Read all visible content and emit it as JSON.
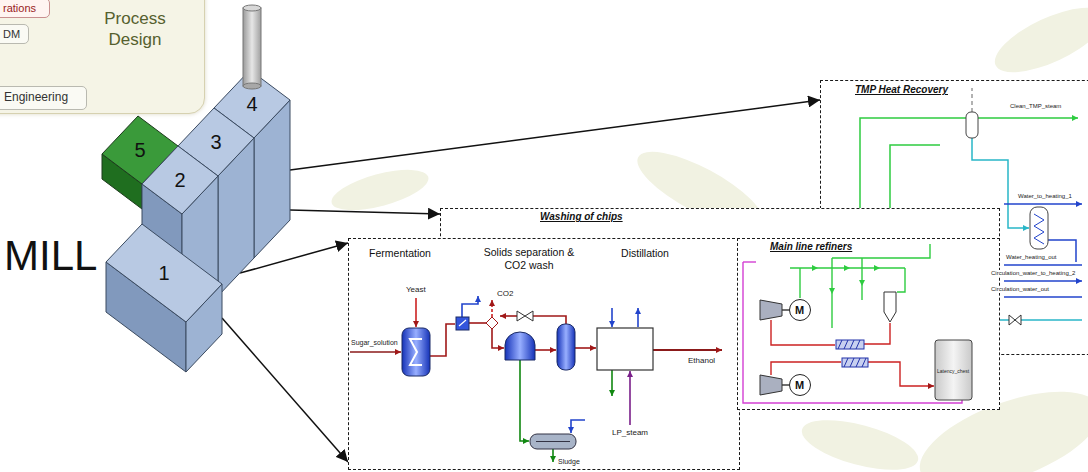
{
  "diagram": {
    "nodes": [
      {
        "text": [
          "Process Design"
        ]
      },
      {
        "text": [
          "rations"
        ],
        "in": 0
      },
      {
        "text": [
          "DM"
        ],
        "in": 0
      },
      {
        "text": [
          "Engineering"
        ],
        "in": 0
      },
      {
        "text": [
          "4"
        ]
      },
      {
        "text": [
          "3"
        ]
      },
      {
        "text": [
          "5"
        ]
      },
      {
        "text": [
          "2"
        ]
      },
      {
        "text": [
          "1"
        ]
      },
      {
        "text": [
          "TMP Heat Recovery"
        ]
      },
      {
        "text": [
          "Washing of chips"
        ]
      },
      {
        "text": [
          "Fermentation",
          "Solids separation & CO2 wash",
          "Distillation"
        ]
      },
      {
        "text": [
          "Main line refiners"
        ]
      },
      {
        "text": [
          "M"
        ],
        "in": 12
      },
      {
        "text": [
          "M"
        ],
        "in": 12
      }
    ],
    "edges": [
      {
        "from": 4,
        "to": 9,
        "arrow": "to"
      },
      {
        "from": 4,
        "to": 10,
        "arrow": "to"
      },
      {
        "from": 5,
        "to": 11,
        "arrow": "to"
      },
      {
        "from": 8,
        "to": 11,
        "arrow": "to"
      }
    ],
    "labels": [
      "MILL",
      "Yeast",
      "CO2",
      "Sugar_solution",
      "Ethanol",
      "LP_steam",
      "Sludge",
      "Clean_TMP_steam",
      "Water_to_heating_1",
      "Water_heating_out",
      "Circulation_water_to_heating_2",
      "Circulation_water_out",
      "Latency_chest"
    ]
  }
}
